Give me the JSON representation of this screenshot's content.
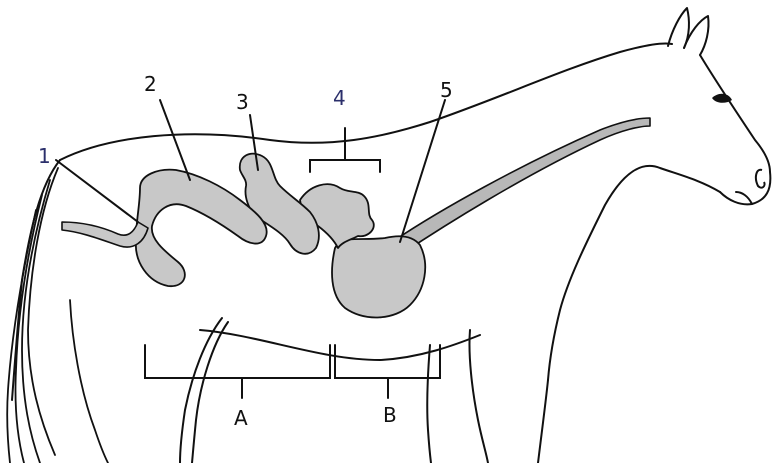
{
  "labels": {
    "one": "1",
    "two": "2",
    "three": "3",
    "four": "4",
    "five": "5",
    "a": "A",
    "b": "B"
  },
  "colors": {
    "outline": "#111111",
    "organ_fill": "#c8c8c8",
    "esophagus_fill": "#b8b8b8",
    "label_blue": "#2b2f6b",
    "background": "#ffffff"
  }
}
